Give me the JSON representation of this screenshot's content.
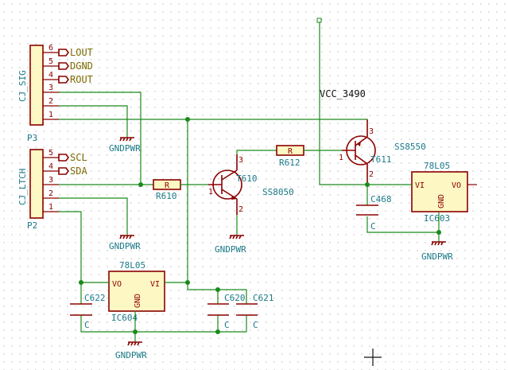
{
  "connectors": {
    "p3": {
      "ref": "P3",
      "name": "CJ_SIG",
      "pins": [
        "6",
        "5",
        "4",
        "3",
        "2",
        "1"
      ],
      "nets": [
        "LOUT",
        "DGND",
        "ROUT"
      ]
    },
    "p2": {
      "ref": "P2",
      "name": "CJ_LTCH",
      "pins": [
        "5",
        "4",
        "3",
        "2",
        "1"
      ],
      "nets": [
        "SCL",
        "SDA"
      ]
    }
  },
  "power": {
    "gnd": "GNDPWR",
    "vcc": "VCC_3490"
  },
  "resistors": {
    "r610": {
      "ref": "R610",
      "value": "R"
    },
    "r612": {
      "ref": "R612",
      "value": "R"
    }
  },
  "transistors": {
    "t610": {
      "ref": "T610",
      "part": "SS8050",
      "pins": [
        "1",
        "2",
        "3"
      ]
    },
    "t611": {
      "ref": "T611",
      "part": "SS8550",
      "pins": [
        "1",
        "2",
        "3"
      ]
    }
  },
  "capacitors": {
    "c468": {
      "ref": "C468",
      "value": "C"
    },
    "c620": {
      "ref": "C620",
      "value": "C"
    },
    "c621": {
      "ref": "C621",
      "value": "C"
    },
    "c622": {
      "ref": "C622",
      "value": "C"
    }
  },
  "regulators": {
    "ic603": {
      "ref": "IC603",
      "part": "78L05",
      "vi": "VI",
      "vo": "VO",
      "gnd": "GND"
    },
    "ic604": {
      "ref": "IC604",
      "part": "78L05",
      "vi": "VI",
      "vo": "VO",
      "gnd": "GND"
    }
  }
}
